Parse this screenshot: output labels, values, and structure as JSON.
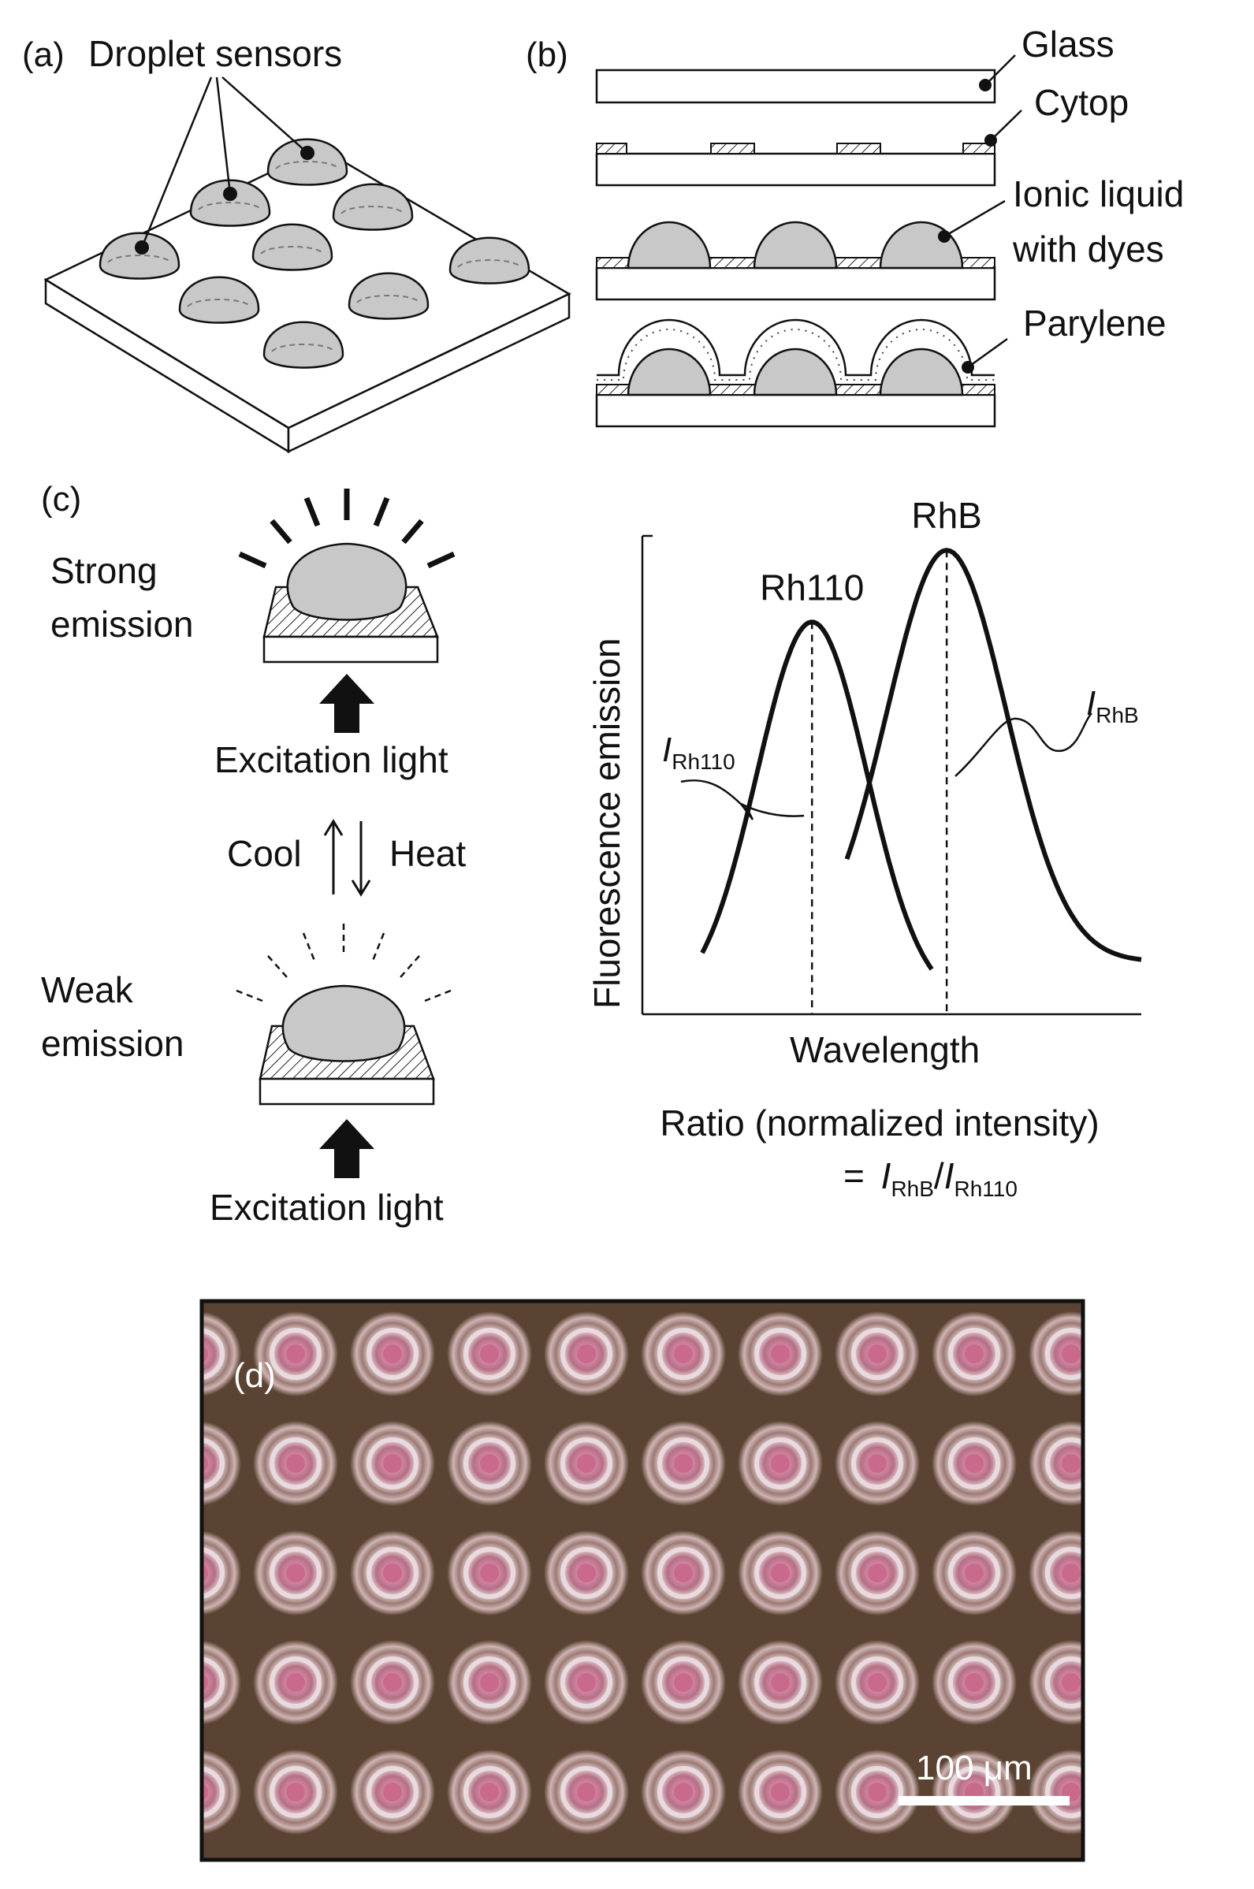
{
  "panel_a": {
    "label": "(a)",
    "callout": "Droplet sensors"
  },
  "panel_b": {
    "label": "(b)",
    "layers": [
      "Glass",
      "Cytop",
      "Ionic liquid",
      "with dyes",
      "Parylene"
    ]
  },
  "panel_c": {
    "label": "(c)",
    "strong": [
      "Strong",
      "emission"
    ],
    "weak": [
      "Weak",
      "emission"
    ],
    "excitation_top": "Excitation light",
    "excitation_bottom": "Excitation light",
    "cool": "Cool",
    "heat": "Heat",
    "ratio_line1": "Ratio (normalized intensity)",
    "ratio_eq": "=",
    "ratio_I": "I",
    "ratio_sub_rhb": "RhB",
    "ratio_slash": "/",
    "ratio_sub_rh110": "Rh110"
  },
  "chart_data": {
    "type": "line",
    "xlabel": "Wavelength",
    "ylabel": "Fluorescence emission",
    "series": [
      {
        "name": "Rh110",
        "peak_x": 0.34,
        "peak_y": 0.82,
        "sigma": 0.11,
        "base": 0.02,
        "x_start": 0.12,
        "x_end": 0.58
      },
      {
        "name": "RhB",
        "peak_x": 0.61,
        "peak_y": 0.97,
        "sigma": 0.12,
        "base": 0.11,
        "x_start": 0.41,
        "x_end": 1.0
      }
    ],
    "intensity_labels": [
      {
        "italic": "I",
        "sub": "Rh110"
      },
      {
        "italic": "I",
        "sub": "RhB"
      }
    ]
  },
  "panel_d": {
    "label": "(d)",
    "scale_bar": "100 μm",
    "grid_rows": 5,
    "grid_cols": 9,
    "colors": {
      "background": "#5a4332",
      "droplet_ring": "#c9a9b0",
      "droplet_core": "#c96a8c"
    }
  }
}
